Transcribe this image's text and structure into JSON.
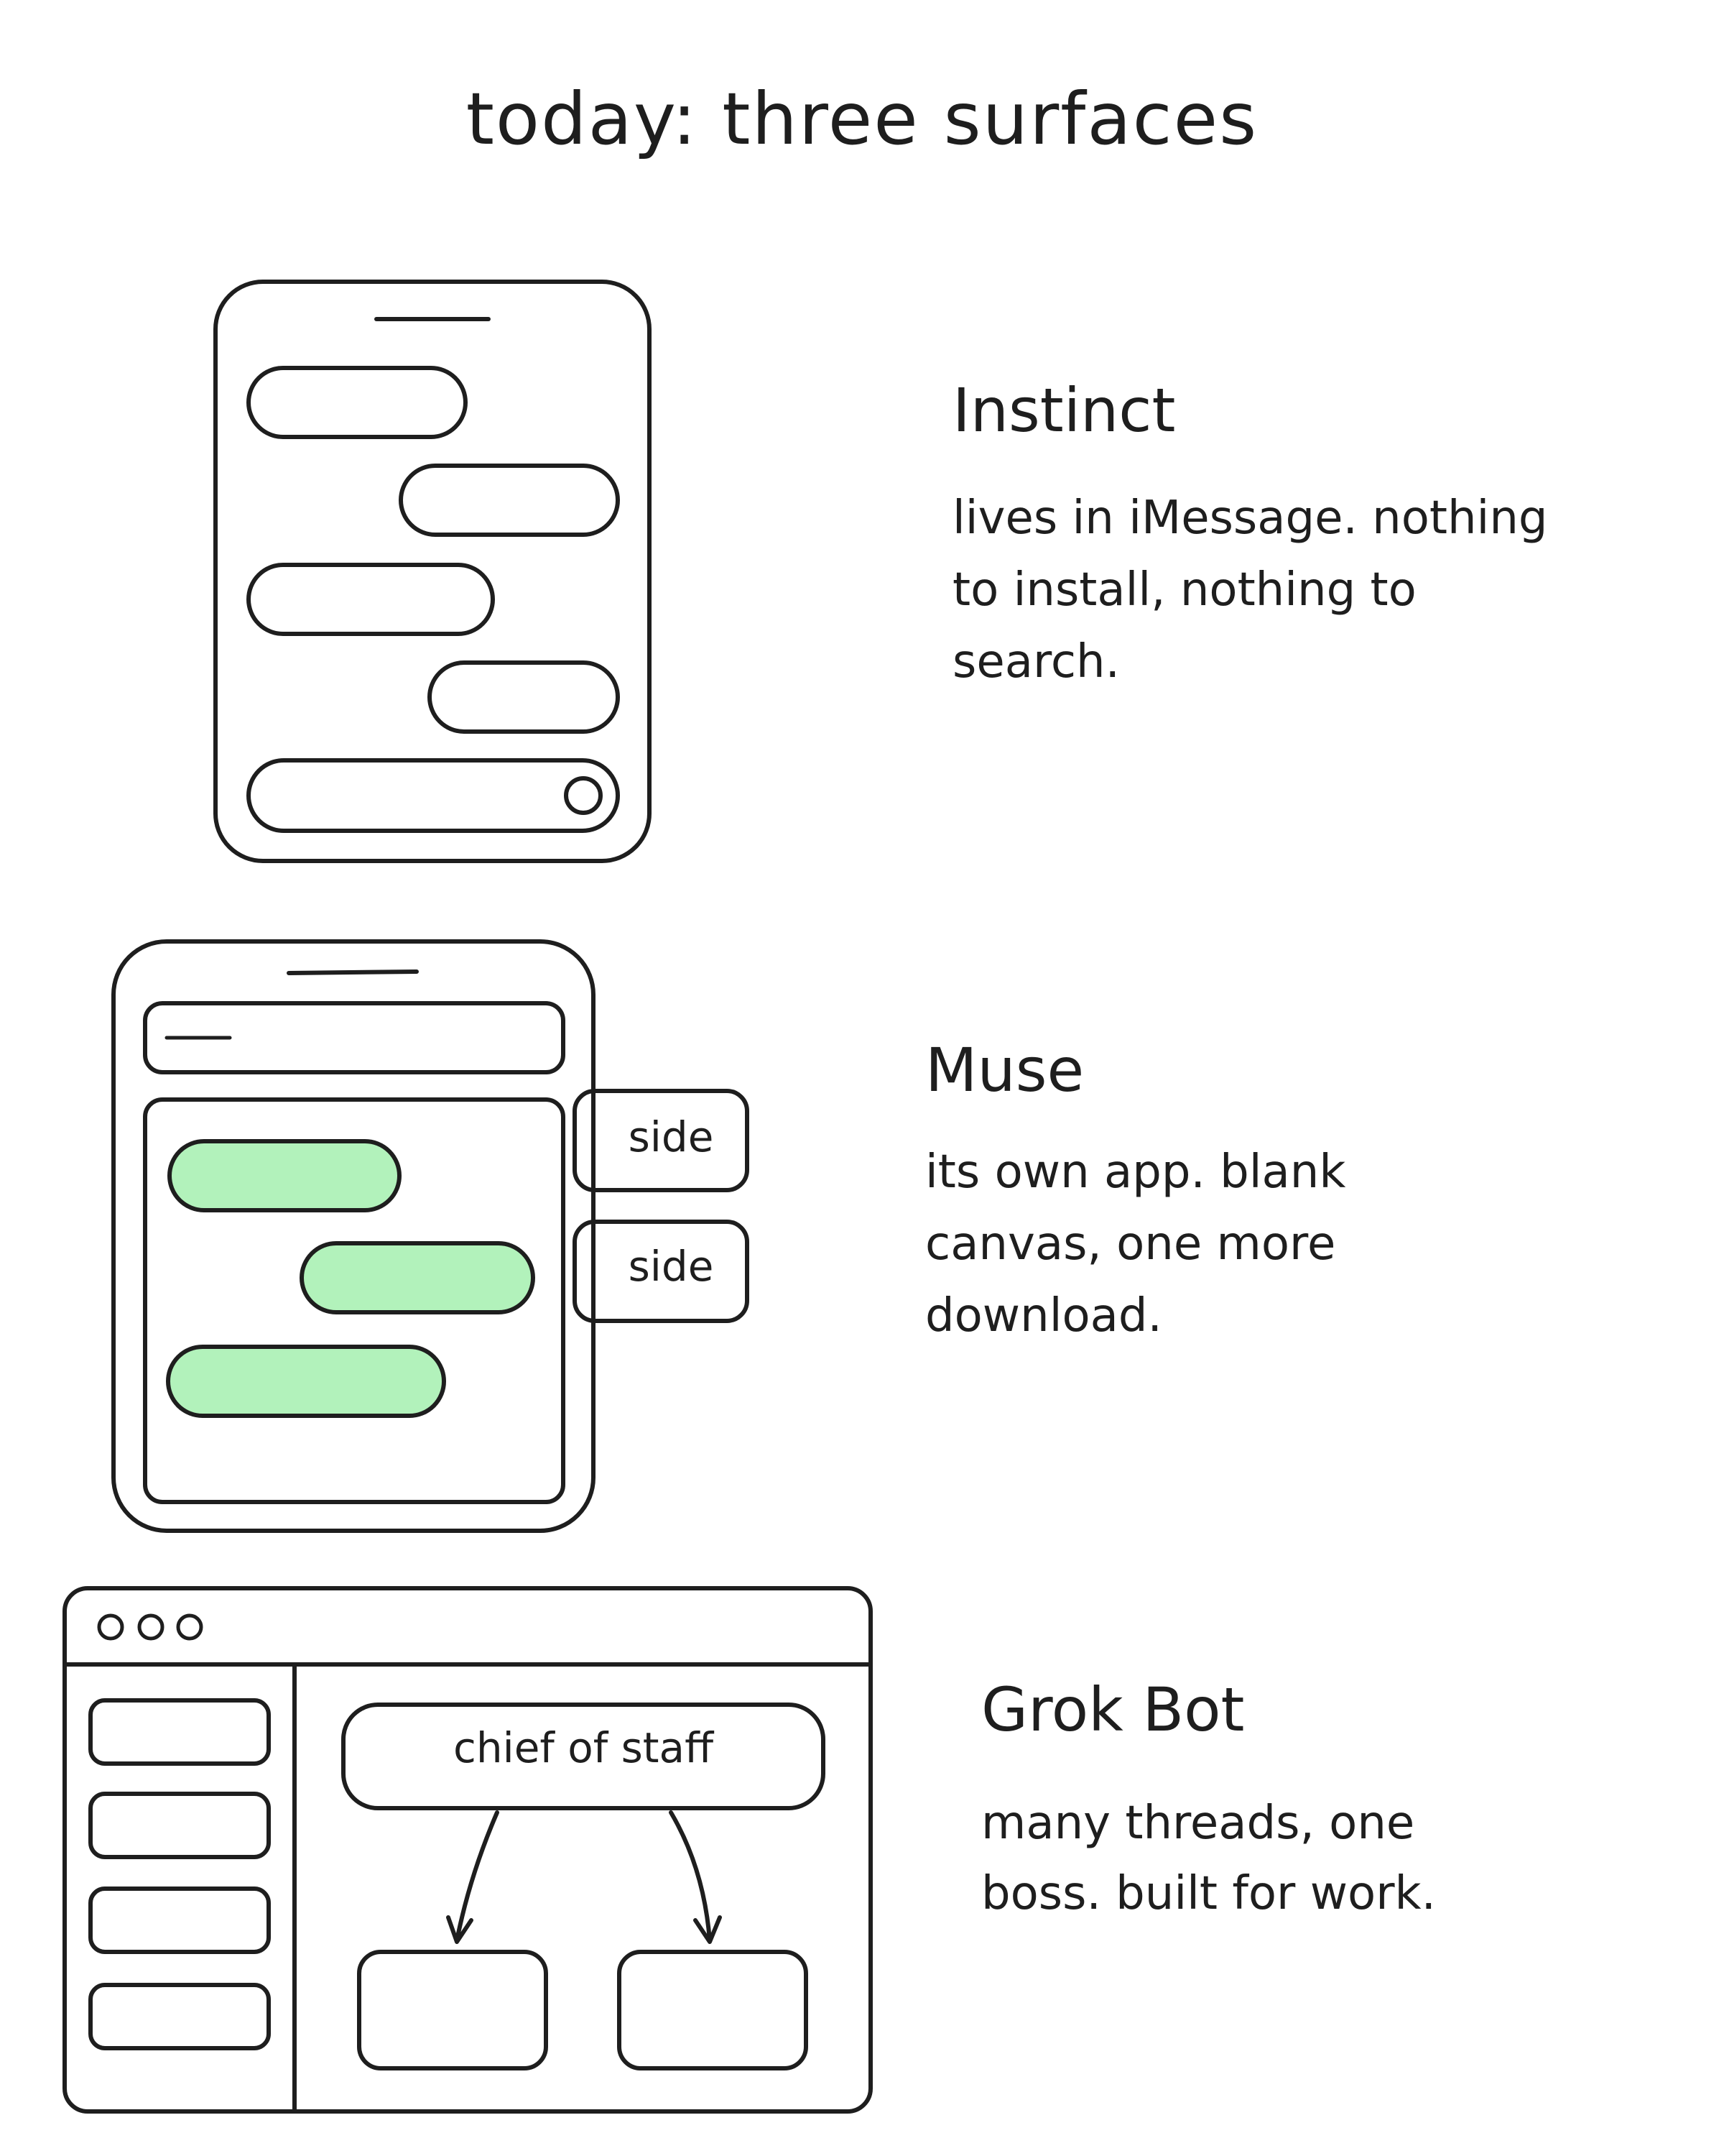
{
  "title": "today: three surfaces",
  "colors": {
    "ink": "#1e1e1e",
    "instinct_fill": "#a5d8ff",
    "muse_fill": "#b2f2bb",
    "grok_fill": "#d0bfff",
    "white": "#ffffff"
  },
  "surfaces": [
    {
      "name": "Instinct",
      "lines": [
        "lives in iMessage. nothing",
        "to install, nothing to",
        "search."
      ]
    },
    {
      "name": "Muse",
      "lines": [
        "its own app. blank",
        "canvas, one more",
        "download."
      ],
      "side_tabs": [
        "side",
        "side"
      ]
    },
    {
      "name": "Grok Bot",
      "lines": [
        "many threads, one",
        "boss. built for work."
      ],
      "root_node": "chief of staff"
    }
  ]
}
